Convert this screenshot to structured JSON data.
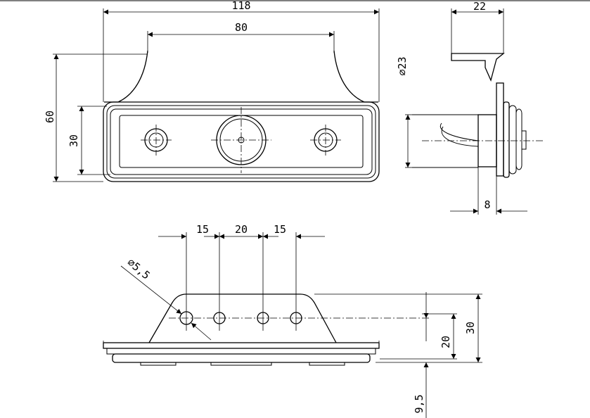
{
  "front_view": {
    "overall_width": "118",
    "mount_spacing": "80",
    "overall_height": "60",
    "lens_height": "30"
  },
  "side_view": {
    "depth": "22",
    "cable_diameter": "⌀23",
    "flange_depth": "8"
  },
  "bottom_view": {
    "pitch_left": "15",
    "pitch_middle": "20",
    "pitch_right": "15",
    "hole_diameter": "⌀5,5",
    "hole_height": "20",
    "body_height": "30",
    "base_offset": "9,5"
  },
  "colors": {
    "line": "#000000",
    "background": "#ffffff"
  }
}
